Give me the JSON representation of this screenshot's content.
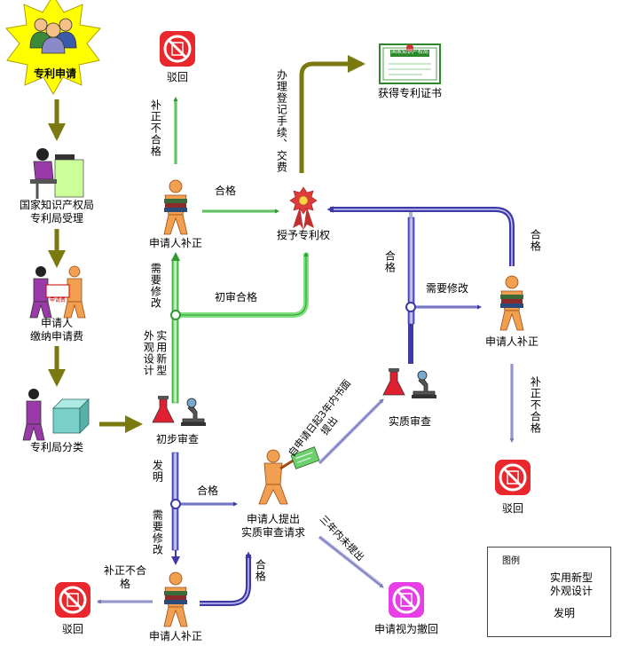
{
  "nodes": {
    "start": "专利申请",
    "cnipa": "国家知识产权局\n专利局受理",
    "pay_fee": "申请人\n缴纳申请费",
    "pay_doc": "申请费",
    "classify": "专利局分类",
    "prelim_exam": "初步审查",
    "applicant_top": "申请人补正",
    "reject_top": "驳回",
    "grant": "授予专利权",
    "certificate": "获得专利证书",
    "certificate_doc": "国家知识产权局",
    "subst_request": "申请人提出\n实质审查请求",
    "subst_exam": "实质审查",
    "applicant_right": "申请人补正",
    "reject_right": "驳回",
    "applicant_bottom": "申请人补正",
    "reject_bottom": "驳回",
    "withdrawn": "申请视为撤回"
  },
  "edges": {
    "not_ok_top": "补正不合格",
    "ok_top": "合格",
    "need_fix_top": "需要修改",
    "utility_design": "实用新型外观设计",
    "prelim_ok": "初审合格",
    "register": "办理登记手续、交费",
    "invention": "发明",
    "ok_mid": "合格",
    "need_fix_bottom": "需要修改",
    "not_ok_bottom": "补正不合格",
    "ok_bottom": "合格",
    "within_3y": "自申请日起3年内书面提出",
    "no_3y": "三年内未提出",
    "ok_right_vert": "合格",
    "need_fix_right": "需要修改",
    "ok_right": "合格",
    "not_ok_right": "补正不合格"
  },
  "legend": {
    "title": "图例",
    "green_label": "实用新型\n外观设计",
    "blue_label": "发明"
  },
  "colors": {
    "olive": "#7a7a10",
    "green_track": "#8fe08f",
    "blue_track": "#5a55c8",
    "gray_arrow": "#8a8ab8",
    "star": "#ffff00",
    "reject_red": "#e8282d",
    "withdraw_magenta": "#e63fe6",
    "person_orange": "#f0a050"
  },
  "icons": {
    "start": "people-group-icon",
    "cnipa": "office-worker-icon",
    "pay_fee": "handover-document-icon",
    "classify": "sorting-boxes-icon",
    "exam": "lab-microscope-icon",
    "applicant": "person-with-books-icon",
    "applicant_request": "person-with-document-icon",
    "reject": "reject-sign-icon",
    "grant": "seal-medal-icon",
    "certificate": "certificate-icon",
    "withdrawn": "withdrawn-sign-icon"
  }
}
